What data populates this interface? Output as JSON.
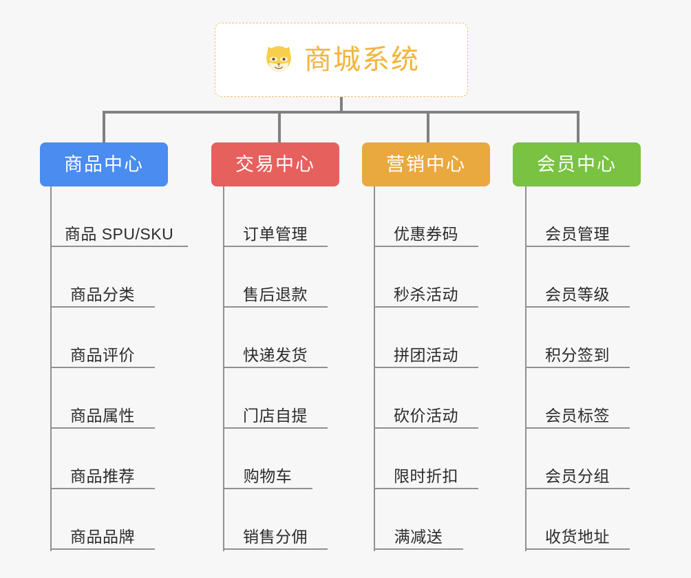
{
  "diagram": {
    "type": "org-chart",
    "background_color": "#f7f7f7",
    "root": {
      "title": "商城系统",
      "icon": "shiba-dog-emoji",
      "text_color": "#f2b43c",
      "border_color": "#f0c060",
      "background_color": "#ffffff"
    },
    "connector_color": "#808080",
    "leaf_line_color": "#909090",
    "columns": [
      {
        "id": "product-center",
        "label": "商品中心",
        "color": "#4a8cf0",
        "items": [
          "商品 SPU/SKU",
          "商品分类",
          "商品评价",
          "商品属性",
          "商品推荐",
          "商品品牌"
        ]
      },
      {
        "id": "trade-center",
        "label": "交易中心",
        "color": "#e6605e",
        "items": [
          "订单管理",
          "售后退款",
          "快递发货",
          "门店自提",
          "购物车",
          "销售分佣"
        ]
      },
      {
        "id": "marketing-center",
        "label": "营销中心",
        "color": "#eaa93e",
        "items": [
          "优惠券码",
          "秒杀活动",
          "拼团活动",
          "砍价活动",
          "限时折扣",
          "满减送"
        ]
      },
      {
        "id": "member-center",
        "label": "会员中心",
        "color": "#79c242",
        "items": [
          "会员管理",
          "会员等级",
          "积分签到",
          "会员标签",
          "会员分组",
          "收货地址"
        ]
      }
    ]
  }
}
